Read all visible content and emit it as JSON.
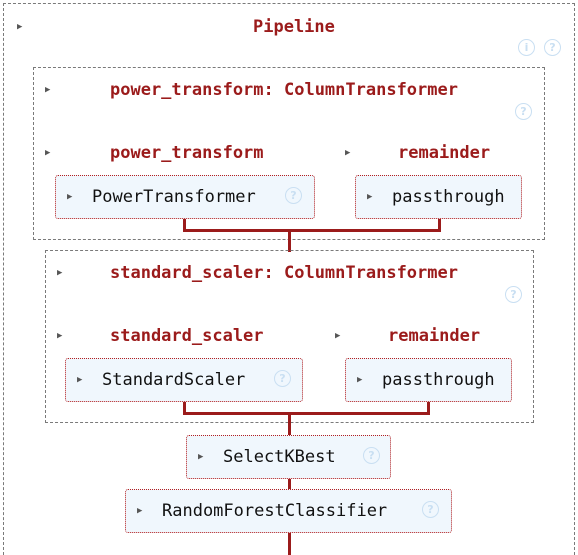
{
  "colors": {
    "accent": "#9b1b1b",
    "estimator_fill": "#f0f7fd",
    "estimator_border": "#b51f1f",
    "help_icon": "#c9dff2"
  },
  "icons": {
    "caret": "▶",
    "info": "i",
    "help": "?"
  },
  "pipeline": {
    "title": "Pipeline",
    "power_transform": {
      "title": "power_transform: ColumnTransformer",
      "branches": [
        {
          "label": "power_transform",
          "estimator": "PowerTransformer"
        },
        {
          "label": "remainder",
          "estimator": "passthrough"
        }
      ]
    },
    "standard_scaler": {
      "title": "standard_scaler: ColumnTransformer",
      "branches": [
        {
          "label": "standard_scaler",
          "estimator": "StandardScaler"
        },
        {
          "label": "remainder",
          "estimator": "passthrough"
        }
      ]
    },
    "steps": [
      {
        "estimator": "SelectKBest"
      },
      {
        "estimator": "RandomForestClassifier"
      }
    ]
  }
}
